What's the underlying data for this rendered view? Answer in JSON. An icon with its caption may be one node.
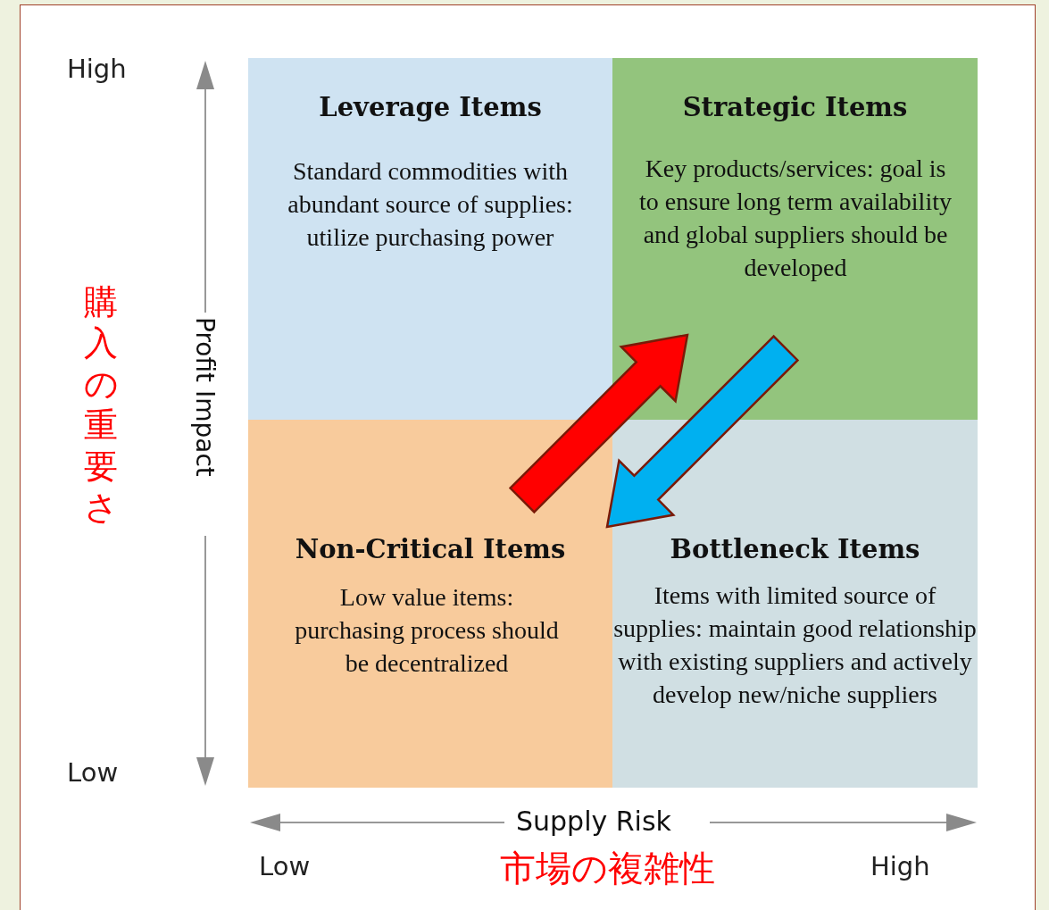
{
  "diagram": {
    "nodes": [
      {
        "text": [
          "Leverage Items",
          "Standard commodities with abundant source of supplies: utilize purchasing power"
        ]
      },
      {
        "text": [
          "Strategic Items",
          "Key products/services: goal is to ensure long term availability and global suppliers should be developed"
        ]
      },
      {
        "text": [
          "Non-Critical Items",
          "Low value items: purchasing process should be decentralized"
        ]
      },
      {
        "text": [
          "Bottleneck Items",
          "Items with limited source of supplies: maintain good relationship with existing suppliers and actively develop new/niche suppliers"
        ]
      }
    ],
    "edges": [
      {
        "from": 2,
        "to": 1,
        "arrow": "to",
        "style": "thick",
        "color": "#ff0000"
      },
      {
        "from": 1,
        "to": 2,
        "arrow": "to",
        "style": "thick",
        "color": "#00b0f0"
      }
    ],
    "labels": [
      "High",
      "購入の重要さ",
      "Profit Impact",
      "Low",
      "Supply Risk",
      "Low",
      "市場の複雑性",
      "High"
    ]
  }
}
